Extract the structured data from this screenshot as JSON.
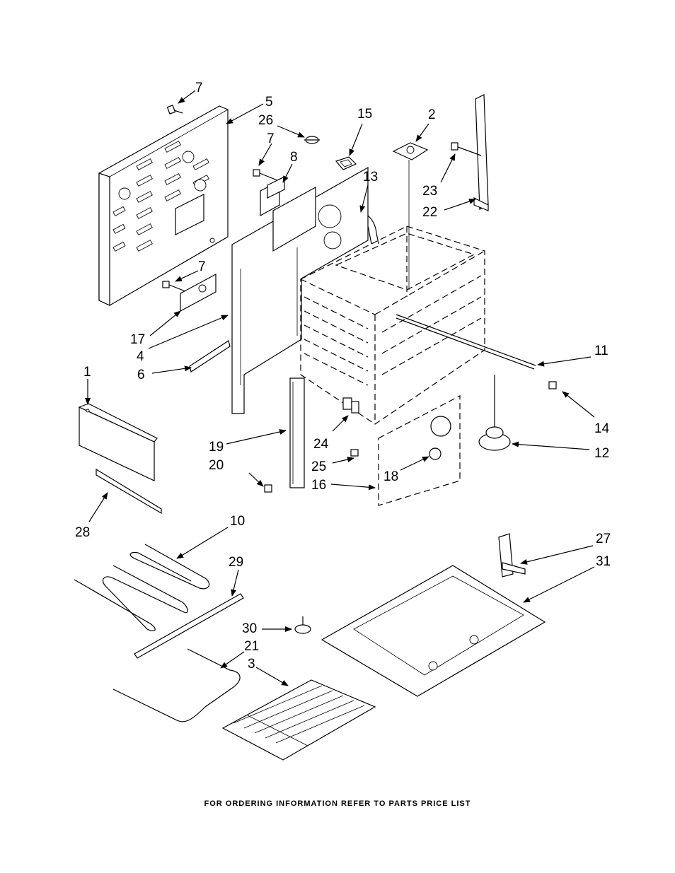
{
  "footer": "FOR ORDERING INFORMATION REFER TO PARTS PRICE LIST",
  "callouts": [
    "1",
    "2",
    "3",
    "4",
    "5",
    "6",
    "7",
    "7",
    "7",
    "8",
    "10",
    "11",
    "12",
    "13",
    "14",
    "15",
    "16",
    "17",
    "18",
    "19",
    "20",
    "21",
    "22",
    "23",
    "24",
    "25",
    "26",
    "27",
    "28",
    "29",
    "30",
    "31"
  ]
}
